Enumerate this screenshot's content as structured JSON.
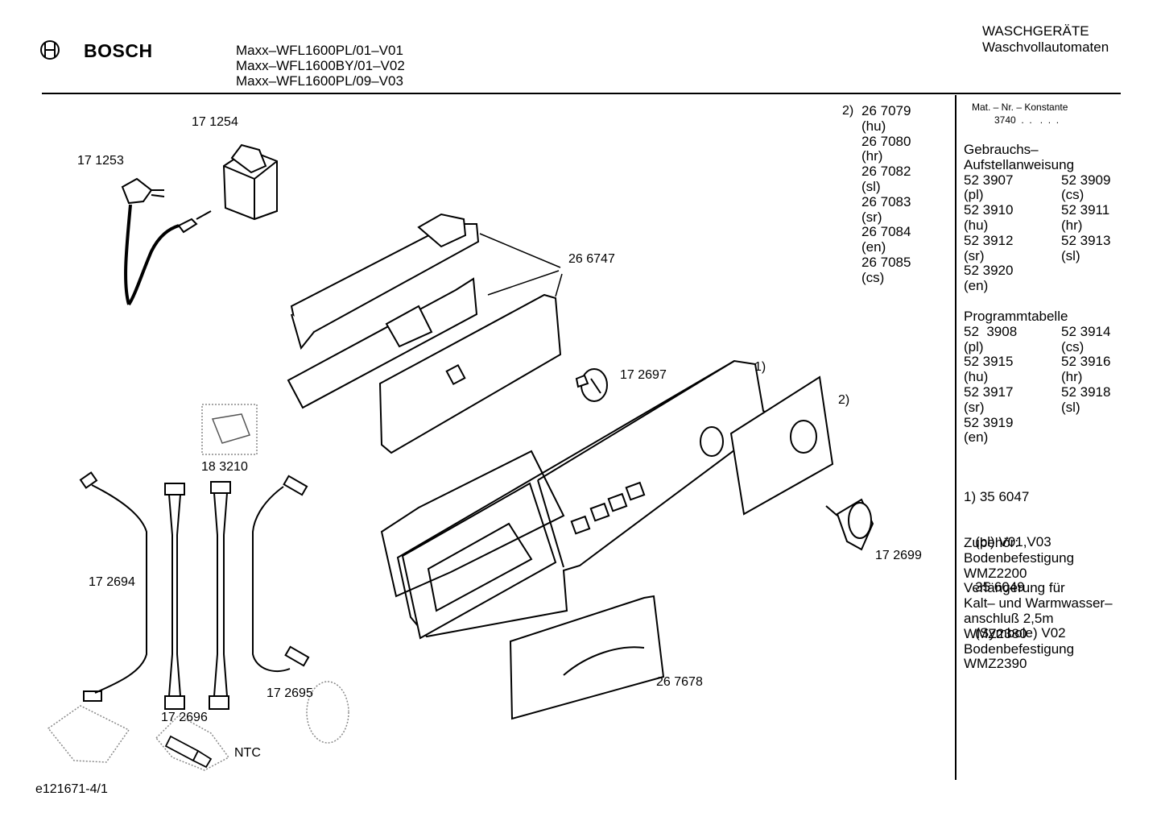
{
  "header": {
    "brand": "BOSCH",
    "models": [
      "Maxx–WFL1600PL/01–V01",
      "Maxx–WFL1600BY/01–V02",
      "Maxx–WFL1600PL/09–V03"
    ],
    "category": "WASCHGERÄTE",
    "subcategory": "Waschvollautomaten"
  },
  "parts": {
    "p171254": "17 1254",
    "p171253": "17 1253",
    "p266747": "26 6747",
    "p172697": "17 2697",
    "p183210": "18 3210",
    "p172694": "17 2694",
    "p172695": "17 2695",
    "p172696": "17 2696",
    "ntc": "NTC",
    "p172699": "17 2699",
    "p267678": "26 7678",
    "ref1": "1)",
    "ref2": "2)"
  },
  "variants": {
    "marker": "2)",
    "lines": [
      "26 7079",
      "(hu)",
      "26 7080",
      "(hr)",
      "26 7082",
      "(sl)",
      "26 7083",
      "(sr)",
      "26 7084",
      "(en)",
      "26 7085",
      "(cs)"
    ]
  },
  "sidebar": {
    "mat_label": "Mat. – Nr. – Konstante",
    "mat_value": "3740  .  .   .  .  .",
    "manual_title": [
      "Gebrauchs–",
      "Aufstellanweisung"
    ],
    "manual_rows": [
      [
        "52 3907",
        "52 3909"
      ],
      [
        "(pl)",
        "(cs)"
      ],
      [
        "52 3910",
        "52 3911"
      ],
      [
        "(hu)",
        "(hr)"
      ],
      [
        "52 3912",
        "52 3913"
      ],
      [
        "(sr)",
        "(sl)"
      ],
      [
        "52 3920",
        ""
      ],
      [
        "(en)",
        ""
      ]
    ],
    "program_title": "Programmtabelle",
    "program_rows": [
      [
        "52  3908",
        "52 3914"
      ],
      [
        "(pl)",
        "(cs)"
      ],
      [
        "52 3915",
        "52 3916"
      ],
      [
        "(hu)",
        "(hr)"
      ],
      [
        "52 3917",
        "52 3918"
      ],
      [
        "(sr)",
        "(sl)"
      ],
      [
        "52 3919",
        ""
      ],
      [
        "(en)",
        ""
      ]
    ],
    "note_lines": [
      "1) 35 6047",
      "   (pl) V01,V03",
      "   35 6049",
      "   (Symbole) V02"
    ],
    "acc_lines": [
      "Zubehör:",
      "Bodenbefestigung",
      "WMZ2200",
      "Verlängerung für",
      "Kalt– und Warmwasser–",
      "anschluß 2,5m",
      "WMZ2380",
      "Bodenbefestigung",
      "WMZ2390"
    ]
  },
  "footer": {
    "doc_id": "e121671-4/1"
  }
}
